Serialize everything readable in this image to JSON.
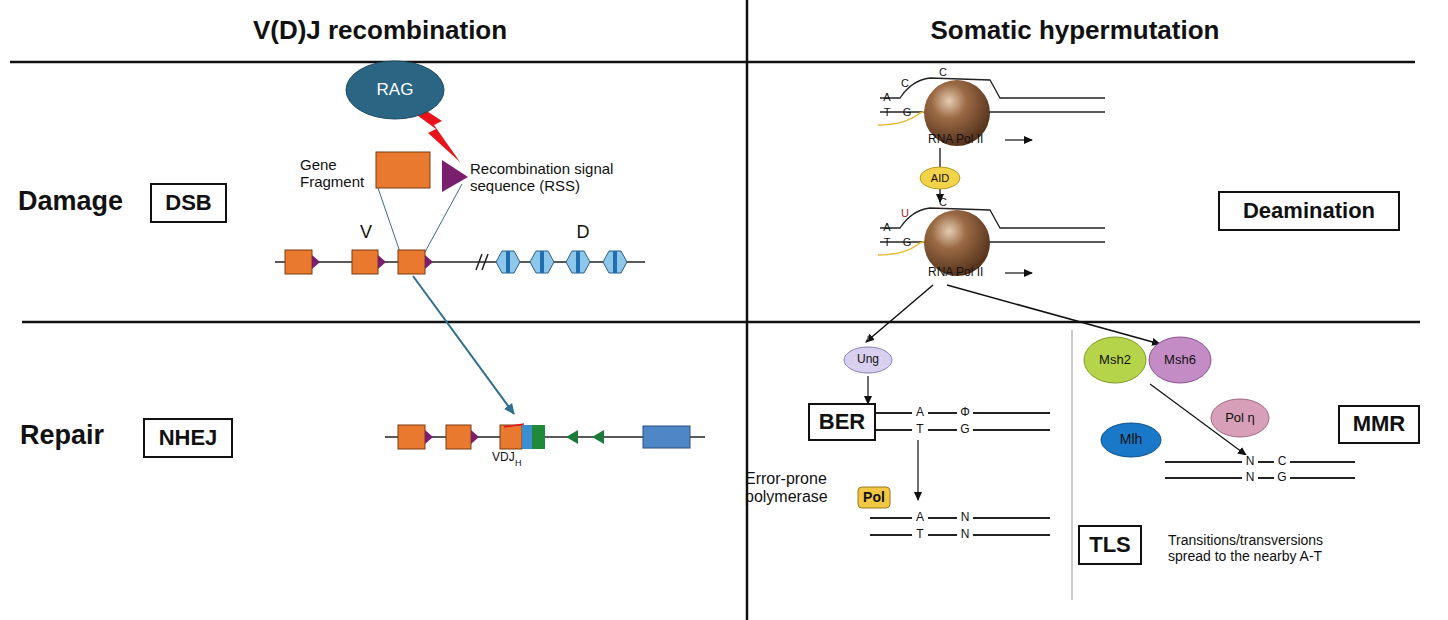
{
  "diagram": {
    "nodes": [
      {
        "text": [
          "DSB"
        ]
      },
      {
        "text": [
          "RAG"
        ]
      },
      {
        "text": [
          "AID"
        ]
      },
      {
        "text": [
          "Deamination"
        ]
      },
      {
        "text": [
          "NHEJ"
        ]
      },
      {
        "text": [
          "BER"
        ]
      },
      {
        "text": [
          "Ung"
        ]
      },
      {
        "text": [
          "Msh2"
        ]
      },
      {
        "text": [
          "Msh6"
        ]
      },
      {
        "text": [
          "MMR"
        ]
      },
      {
        "text": [
          "Pol η"
        ]
      },
      {
        "text": [
          "Mlh"
        ]
      },
      {
        "text": [
          "Pol"
        ]
      },
      {
        "text": [
          "TLS"
        ]
      }
    ],
    "labels": [
      "V(D)J recombination",
      "Somatic hypermutation",
      "Damage",
      "Repair",
      "Gene Fragment",
      "Recombination signal sequence (RSS)",
      "V",
      "D",
      "VDJ",
      "H",
      "A",
      "C",
      "C",
      "T",
      "G",
      "RNA Pol II",
      "A",
      "U",
      "C",
      "T",
      "G",
      "RNA Pol II",
      "A",
      "Φ",
      "T",
      "G",
      "Error-prone polymerase",
      "A",
      "N",
      "T",
      "N",
      "N",
      "C",
      "N",
      "G",
      "Transitions/transversions spread to the nearby A-T"
    ]
  }
}
